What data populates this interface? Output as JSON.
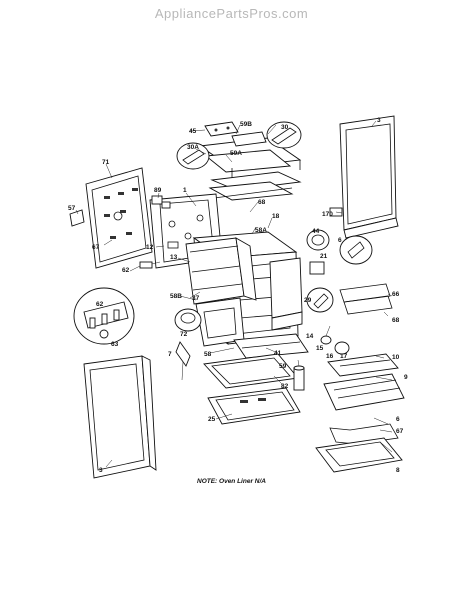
{
  "watermark": "AppliancePartsPros.com",
  "note": "NOTE:  Oven Liner N/A",
  "part_labels": {
    "p1": "1",
    "p3a": "3",
    "p3b": "3",
    "p6a": "6",
    "p6b": "6",
    "p7": "7",
    "p9": "9",
    "p10": "10",
    "p12": "12",
    "p13": "13",
    "p14": "14",
    "p15": "15",
    "p16": "16",
    "p17": "17",
    "p18": "18",
    "p21": "21",
    "p25": "25",
    "p29": "29",
    "p30a": "30",
    "p30b": "30A",
    "p37": "37",
    "p41": "41",
    "p44": "44",
    "p45": "45",
    "p57": "57",
    "p58": "58",
    "p58a": "58A",
    "p58b": "58B",
    "p59": "59",
    "p59a": "59A",
    "p59b": "59B",
    "p62a": "62",
    "p62b": "62",
    "p63": "63",
    "p66": "66",
    "p67a": "67",
    "p67b": "67",
    "p68a": "68",
    "p68b": "68",
    "p71": "71",
    "p72": "72",
    "p82": "82",
    "p89": "89",
    "p170": "170"
  }
}
